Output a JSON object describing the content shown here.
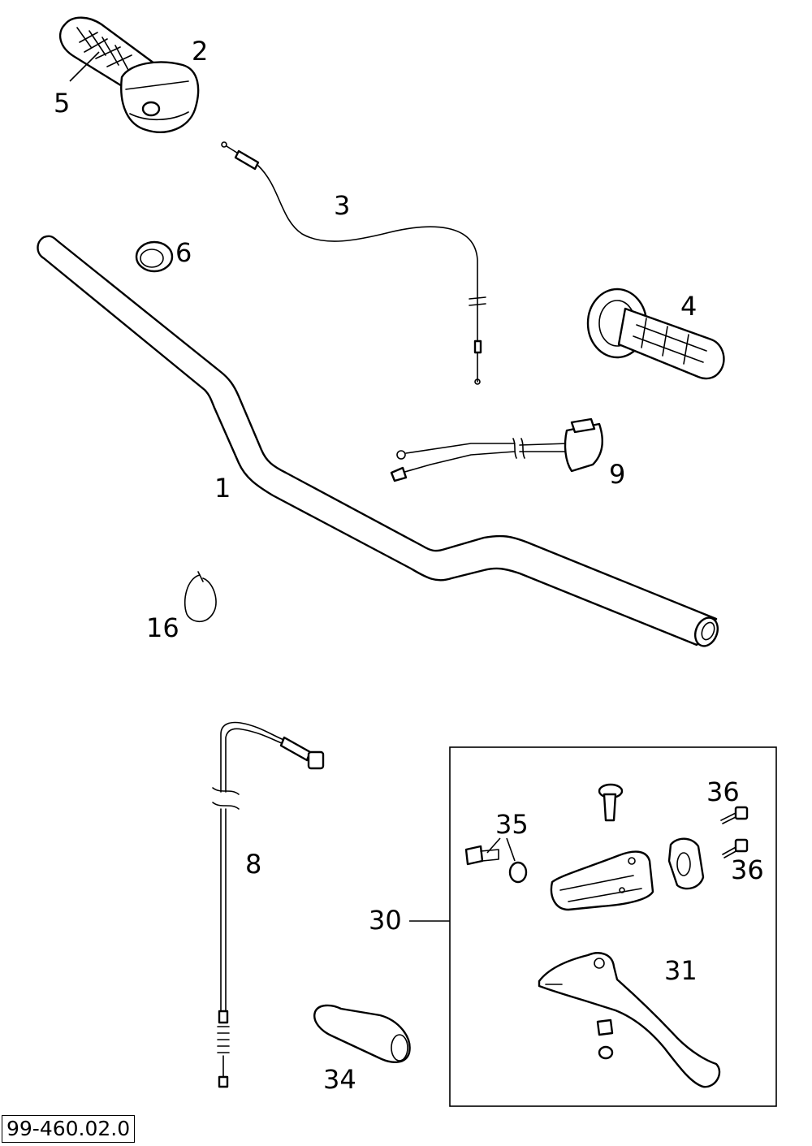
{
  "drawing_number": "99-460.02.0",
  "callouts": {
    "c1": "1",
    "c2": "2",
    "c3": "3",
    "c4": "4",
    "c5": "5",
    "c6": "6",
    "c8": "8",
    "c9": "9",
    "c16": "16",
    "c30": "30",
    "c31": "31",
    "c34": "34",
    "c35": "35",
    "c36a": "36",
    "c36b": "36"
  }
}
